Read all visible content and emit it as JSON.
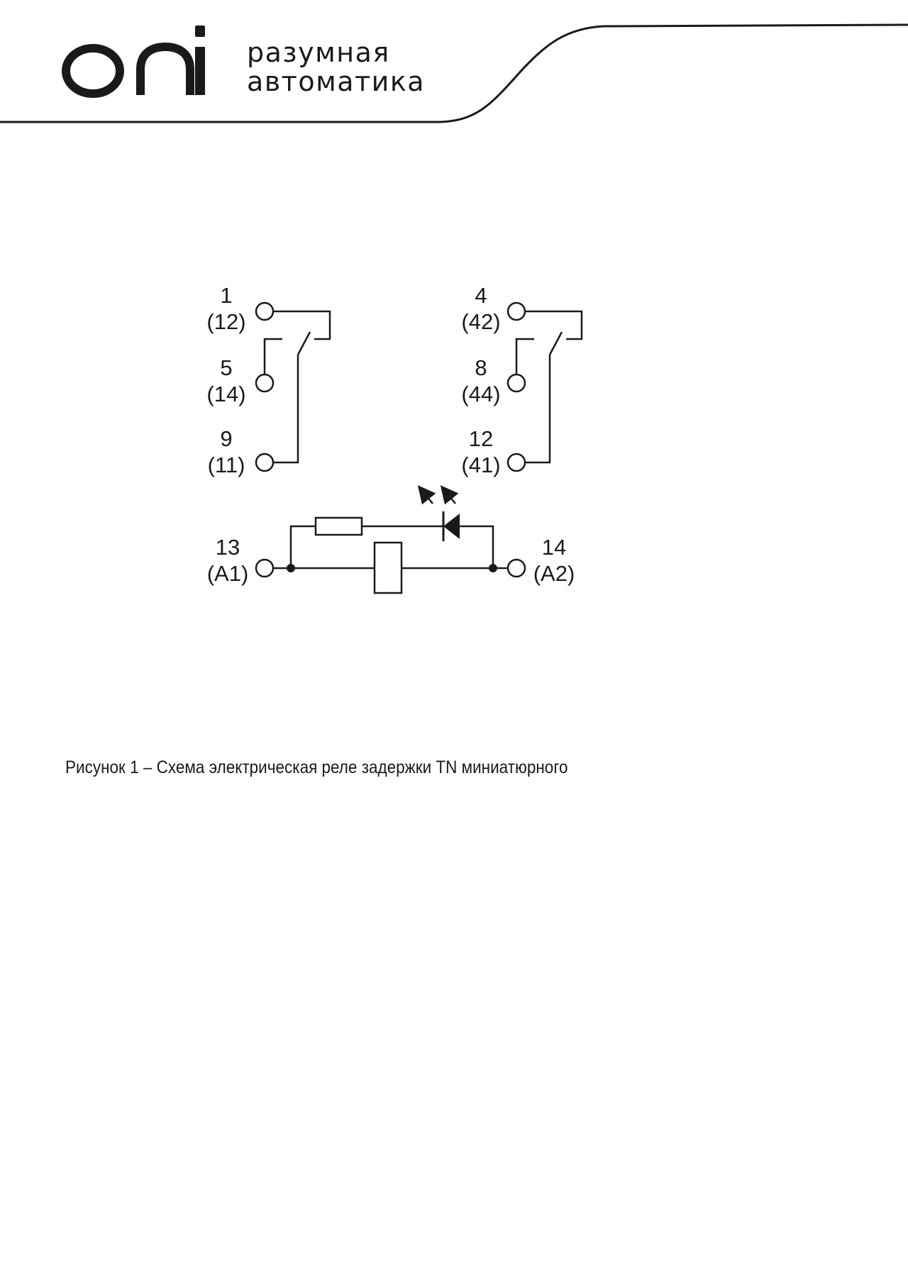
{
  "header": {
    "logo_text": "oni",
    "tagline_line1": "разумная",
    "tagline_line2": "автоматика"
  },
  "figure": {
    "terminals": {
      "t1": {
        "number": "1",
        "code": "(12)"
      },
      "t5": {
        "number": "5",
        "code": "(14)"
      },
      "t9": {
        "number": "9",
        "code": "(11)"
      },
      "t4": {
        "number": "4",
        "code": "(42)"
      },
      "t8": {
        "number": "8",
        "code": "(44)"
      },
      "t12": {
        "number": "12",
        "code": "(41)"
      },
      "t13": {
        "number": "13",
        "code": "(A1)"
      },
      "t14": {
        "number": "14",
        "code": "(A2)"
      }
    },
    "caption": "Рисунок 1 – Схема электрическая реле задержки TN миниатюрного"
  },
  "colors": {
    "ink": "#1a1a1a",
    "background": "#ffffff"
  }
}
